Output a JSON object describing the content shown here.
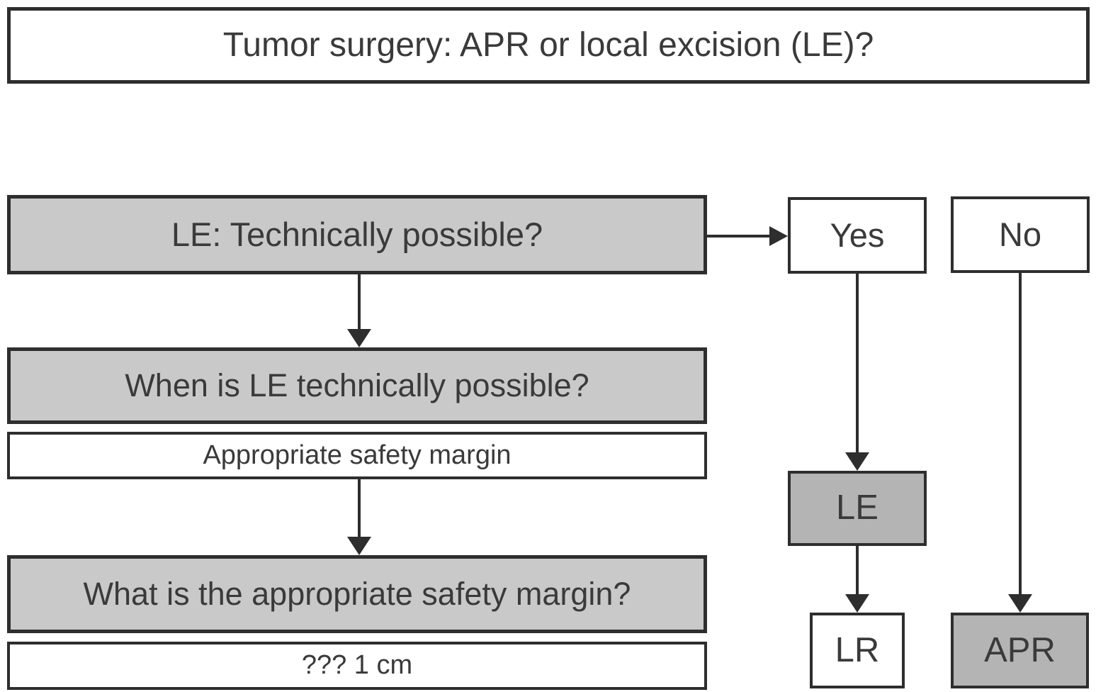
{
  "diagram": {
    "title": "Tumor surgery: APR or local excision (LE)?",
    "colors": {
      "box_gray": "#c9c9c9",
      "box_dark_gray": "#b4b4b4",
      "box_white": "#ffffff",
      "border": "#2e2e2e",
      "text": "#3a3a3a"
    },
    "nodes": {
      "question_le_possible": "LE: Technically possible?",
      "answer_yes": "Yes",
      "answer_no": "No",
      "question_when_possible": "When is LE technically possible?",
      "answer_safety_margin": "Appropriate safety margin",
      "question_what_margin": "What is the appropriate safety margin?",
      "answer_margin_value": "??? 1 cm",
      "outcome_le": "LE",
      "outcome_lr": "LR",
      "outcome_apr": "APR"
    }
  }
}
